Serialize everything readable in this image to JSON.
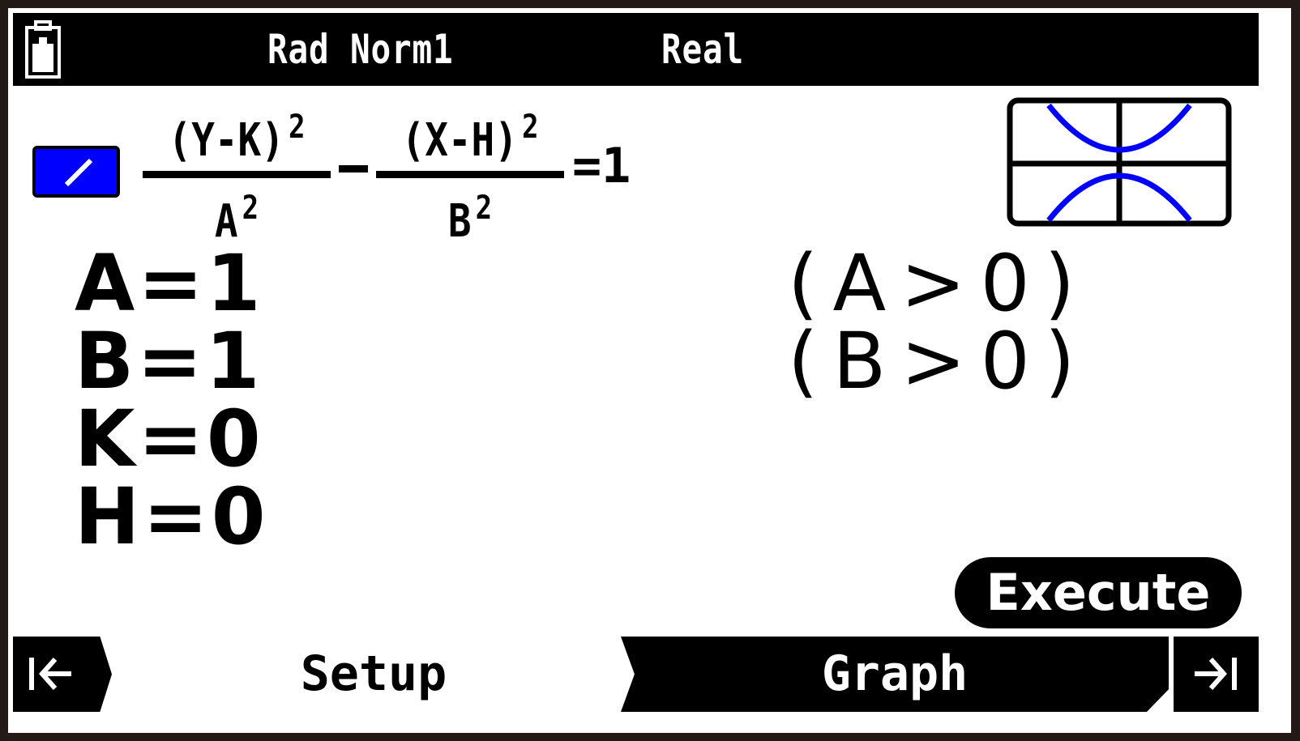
{
  "status_bar": {
    "battery_icon": "battery-full-icon",
    "angle_and_display": "Rad Norm1",
    "complex_mode": "Real"
  },
  "equation": {
    "toggle_state": "selected",
    "toggle_color": "#0000ff",
    "term1_numerator": "(Y-K)",
    "term1_numerator_exp": "2",
    "term1_denominator": "A",
    "term1_denominator_exp": "2",
    "operator": "-",
    "term2_numerator": "(X-H)",
    "term2_numerator_exp": "2",
    "term2_denominator": "B",
    "term2_denominator_exp": "2",
    "rhs": "=1"
  },
  "preview": {
    "icon": "hyperbola-graph-icon",
    "curve_color": "#0000ff"
  },
  "parameters": [
    {
      "name": "A",
      "value": "1",
      "text": "A=1"
    },
    {
      "name": "B",
      "value": "1",
      "text": "B=1"
    },
    {
      "name": "K",
      "value": "0",
      "text": "K=0"
    },
    {
      "name": "H",
      "value": "0",
      "text": "H=0"
    }
  ],
  "conditions": [
    {
      "text": "(A>0)"
    },
    {
      "text": "(B>0)"
    }
  ],
  "execute_button": {
    "label": "Execute"
  },
  "footer": {
    "first_icon": "jump-to-first-icon",
    "tabs": [
      {
        "label": "Setup",
        "active": false
      },
      {
        "label": "Graph",
        "active": true
      }
    ],
    "last_icon": "jump-to-last-icon"
  }
}
